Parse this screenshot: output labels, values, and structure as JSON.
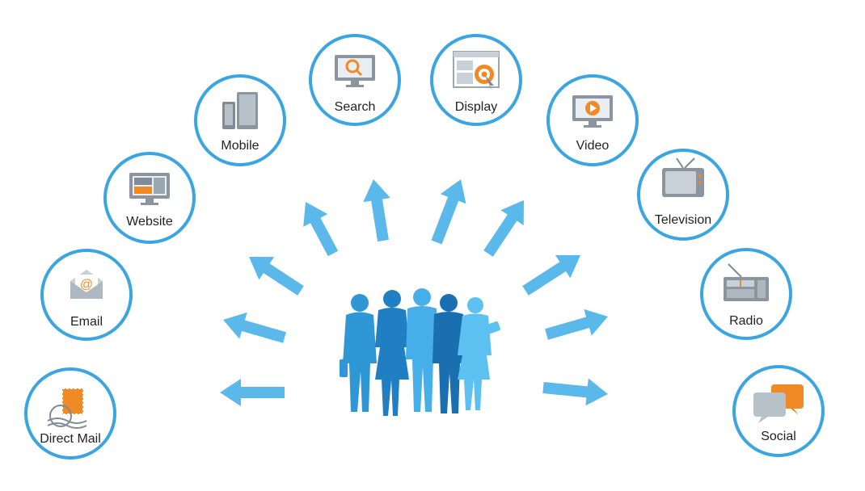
{
  "colors": {
    "ring": "#3aa5e0",
    "arrow": "#5bb8ea",
    "people": "#2f97d6",
    "icon_gray": "#7f8c97",
    "icon_orange": "#f08a24"
  },
  "channels": [
    {
      "label": "Direct Mail",
      "icon": "stamp-icon"
    },
    {
      "label": "Email",
      "icon": "envelope-icon"
    },
    {
      "label": "Website",
      "icon": "monitor-icon"
    },
    {
      "label": "Mobile",
      "icon": "devices-icon"
    },
    {
      "label": "Search",
      "icon": "search-monitor-icon"
    },
    {
      "label": "Display",
      "icon": "display-ad-icon"
    },
    {
      "label": "Video",
      "icon": "video-monitor-icon"
    },
    {
      "label": "Television",
      "icon": "tv-icon"
    },
    {
      "label": "Radio",
      "icon": "radio-icon"
    },
    {
      "label": "Social",
      "icon": "chat-bubbles-icon"
    }
  ],
  "center": {
    "icon": "people-group-icon"
  }
}
